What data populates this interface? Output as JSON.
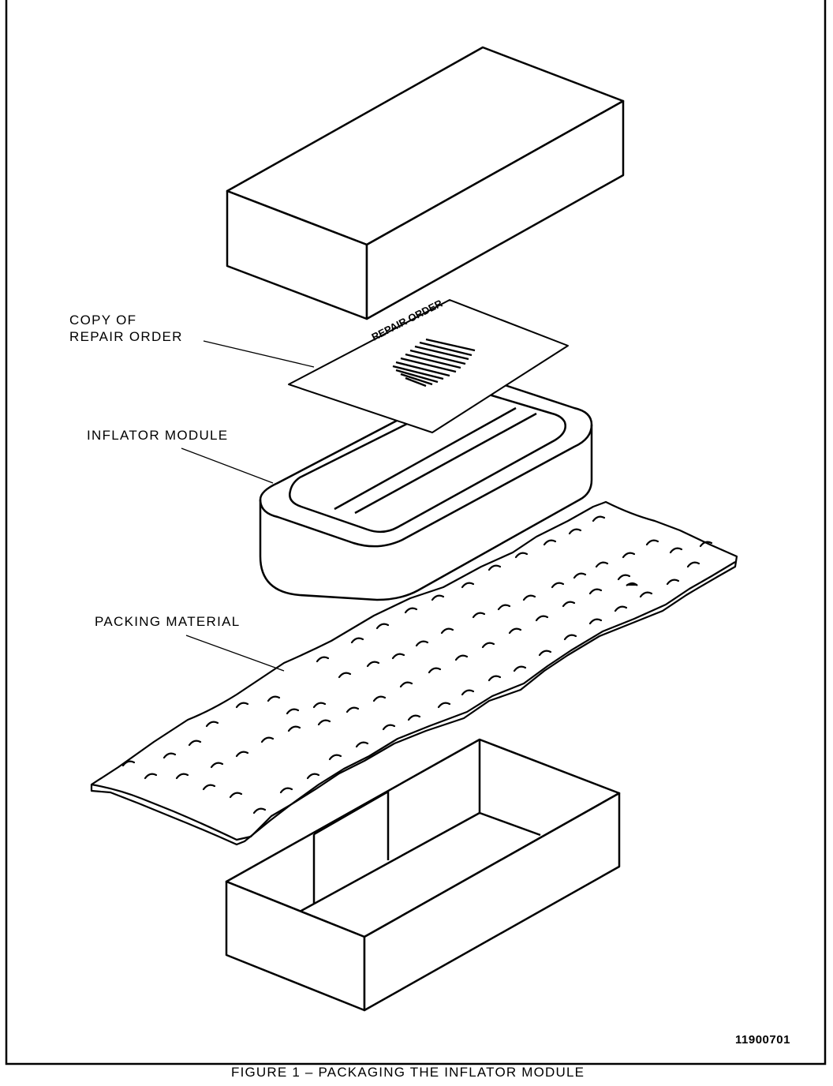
{
  "labels": {
    "copy_of_line1": "COPY OF",
    "copy_of_line2": "REPAIR ORDER",
    "inflator_module": "INFLATOR MODULE",
    "packing_material": "PACKING MATERIAL"
  },
  "card_text": "REPAIR ORDER",
  "figure_number": "11900701",
  "caption": "FIGURE 1 – PACKAGING THE INFLATOR MODULE",
  "colors": {
    "ink": "#000000",
    "paper": "#ffffff"
  }
}
